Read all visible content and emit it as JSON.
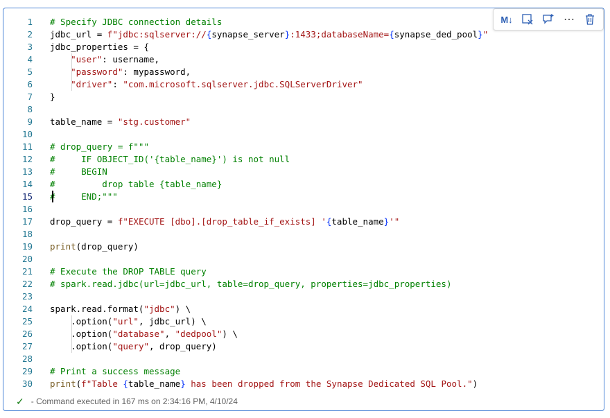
{
  "toolbar": {
    "markdown_label": "M↓",
    "more_label": "⋯"
  },
  "code_lines": [
    {
      "n": "1",
      "t": "# Specify JDBC connection details"
    },
    {
      "n": "2",
      "t": "jdbc_url = f\"jdbc:sqlserver://{synapse_server}:1433;databaseName={synapse_ded_pool}\""
    },
    {
      "n": "3",
      "t": "jdbc_properties = {"
    },
    {
      "n": "4",
      "t": "    \"user\": username,"
    },
    {
      "n": "5",
      "t": "    \"password\": mypassword,"
    },
    {
      "n": "6",
      "t": "    \"driver\": \"com.microsoft.sqlserver.jdbc.SQLServerDriver\""
    },
    {
      "n": "7",
      "t": "}"
    },
    {
      "n": "8",
      "t": ""
    },
    {
      "n": "9",
      "t": "table_name = \"stg.customer\""
    },
    {
      "n": "10",
      "t": ""
    },
    {
      "n": "11",
      "t": "# drop_query = f\"\"\""
    },
    {
      "n": "12",
      "t": "#     IF OBJECT_ID('{table_name}') is not null"
    },
    {
      "n": "13",
      "t": "#     BEGIN"
    },
    {
      "n": "14",
      "t": "#         drop table {table_name}"
    },
    {
      "n": "15",
      "t": "#     END;\"\"\""
    },
    {
      "n": "16",
      "t": ""
    },
    {
      "n": "17",
      "t": "drop_query = f\"EXECUTE [dbo].[drop_table_if_exists] '{table_name}'\""
    },
    {
      "n": "18",
      "t": ""
    },
    {
      "n": "19",
      "t": "print(drop_query)"
    },
    {
      "n": "20",
      "t": ""
    },
    {
      "n": "21",
      "t": "# Execute the DROP TABLE query"
    },
    {
      "n": "22",
      "t": "# spark.read.jdbc(url=jdbc_url, table=drop_query, properties=jdbc_properties)"
    },
    {
      "n": "23",
      "t": ""
    },
    {
      "n": "24",
      "t": "spark.read.format(\"jdbc\") \\"
    },
    {
      "n": "25",
      "t": "    .option(\"url\", jdbc_url) \\"
    },
    {
      "n": "26",
      "t": "    .option(\"database\", \"dedpool\") \\"
    },
    {
      "n": "27",
      "t": "    .option(\"query\", drop_query)"
    },
    {
      "n": "28",
      "t": ""
    },
    {
      "n": "29",
      "t": "# Print a success message"
    },
    {
      "n": "30",
      "t": "print(f\"Table {table_name} has been dropped from the Synapse Dedicated SQL Pool.\")"
    }
  ],
  "active_line": "15",
  "status": {
    "text": "- Command executed in 167 ms on 2:34:16 PM, 4/10/24"
  },
  "colors": {
    "border": "#4a84d6",
    "line_number": "#237893",
    "string": "#a31515",
    "comment": "#008000",
    "function": "#795e26",
    "brace": "#0431fa",
    "success": "#107c10"
  }
}
